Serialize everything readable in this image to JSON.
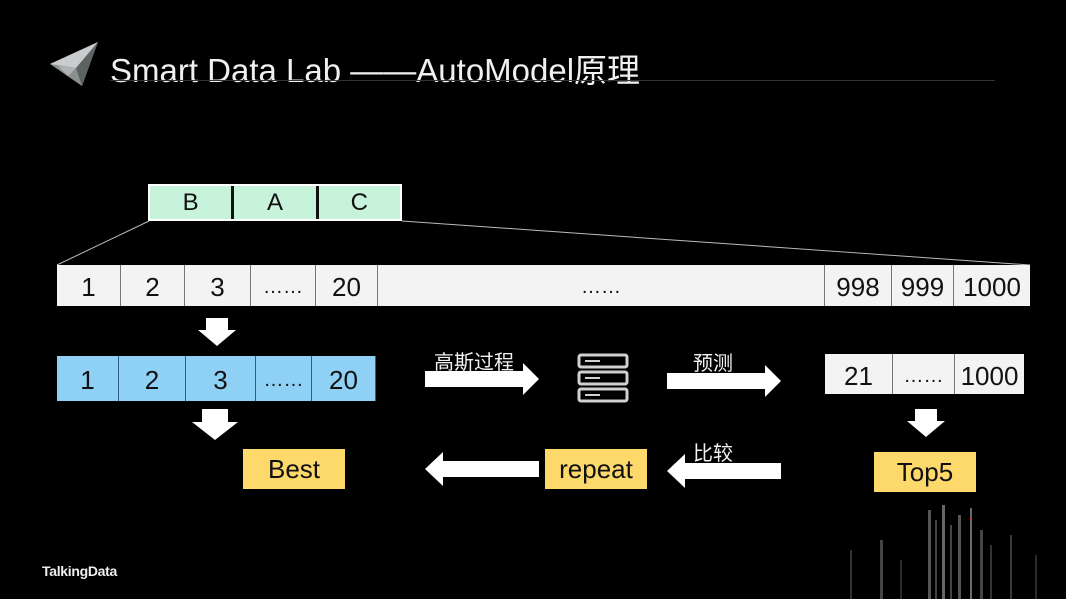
{
  "header": {
    "title": "Smart Data Lab ——AutoModel原理"
  },
  "footer": {
    "brand": "TalkingData"
  },
  "segments": [
    "B",
    "A",
    "C"
  ],
  "full_row": [
    "1",
    "2",
    "3",
    "……",
    "20",
    "……",
    "998",
    "999",
    "1000"
  ],
  "sample_row": [
    "1",
    "2",
    "3",
    "……",
    "20"
  ],
  "predict_row": [
    "21",
    "……",
    "1000"
  ],
  "labels": {
    "gaussian": "高斯过程",
    "predict": "预测",
    "compare": "比较"
  },
  "boxes": {
    "best": "Best",
    "repeat": "repeat",
    "top5": "Top5"
  },
  "colors": {
    "segment_fill": "#c6f3da",
    "sample_fill": "#8fd0f5",
    "result_fill": "#fdd86a"
  },
  "icons": [
    "server-icon",
    "arrow-down-icon",
    "arrow-right-icon",
    "arrow-left-icon"
  ]
}
